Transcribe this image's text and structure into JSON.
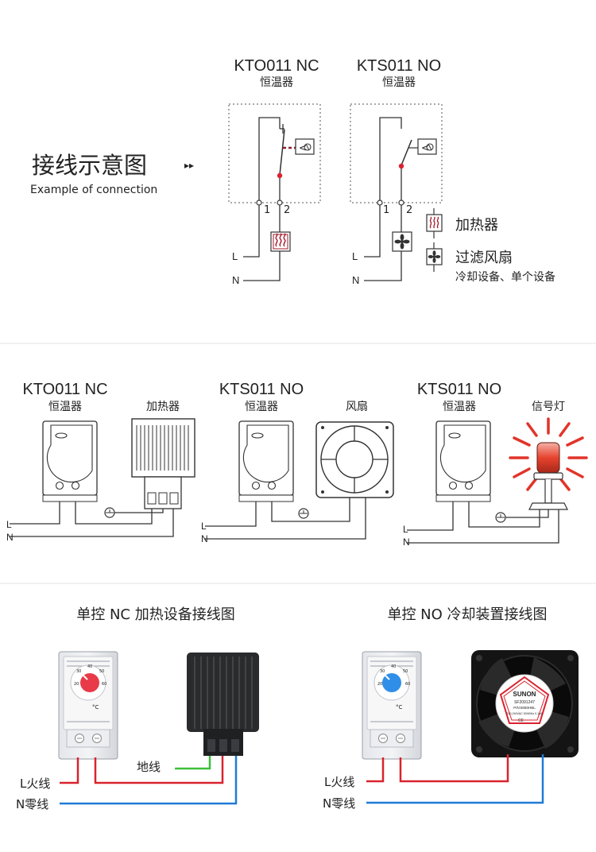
{
  "section1": {
    "title_cn": "接线示意图",
    "title_en": "Example of connection",
    "arrows": "▸▸",
    "nc": {
      "model": "KTO011 NC",
      "sub": "恒温器",
      "t1": "1",
      "t2": "2",
      "L": "L",
      "N": "N"
    },
    "no": {
      "model": "KTS011 NO",
      "sub": "恒温器",
      "t1": "1",
      "t2": "2",
      "L": "L",
      "N": "N"
    },
    "legend": {
      "heater": "加热器",
      "fan": "过滤风扇",
      "fan_note": "冷却设备、单个设备"
    }
  },
  "section2": {
    "panels": [
      {
        "model": "KTO011 NC",
        "left_label": "恒温器",
        "right_label": "加热器",
        "L": "L",
        "N": "N"
      },
      {
        "model": "KTS011 NO",
        "left_label": "恒温器",
        "right_label": "风扇",
        "L": "L",
        "N": "N"
      },
      {
        "model": "KTS011 NO",
        "left_label": "恒温器",
        "right_label": "信号灯",
        "L": "L",
        "N": "N"
      }
    ]
  },
  "section3": {
    "left": {
      "title": "单控 NC 加热设备接线图",
      "live": "L火线",
      "neutral": "N零线",
      "ground": "地线"
    },
    "right": {
      "title": "单控 NO 冷却装置接线图",
      "live": "L火线",
      "neutral": "N零线",
      "fan_brand": "SUNON",
      "fan_model": "SF2091247",
      "fan_line2": "P/N:8080HBL",
      "fan_line3": "220-240VAC 50/60Hz 0.14A",
      "fan_ce": "CE"
    },
    "dial_unit": "°C",
    "dial_numbers": [
      "20",
      "30",
      "40",
      "50",
      "60"
    ]
  },
  "colors": {
    "live_wire": "#d9232e",
    "neutral_wire": "#1f7bd6",
    "ground_wire": "#3dbf3a",
    "heater_icon": "#a3182a",
    "red_dot": "#d9232e",
    "dial_red": "#e83a48",
    "dial_blue": "#2f8ee8"
  },
  "icons": [
    "double-chevron-right-icon",
    "heater-icon",
    "fan-icon",
    "thermostat-symbol-icon",
    "ground-icon",
    "signal-lamp-icon"
  ]
}
